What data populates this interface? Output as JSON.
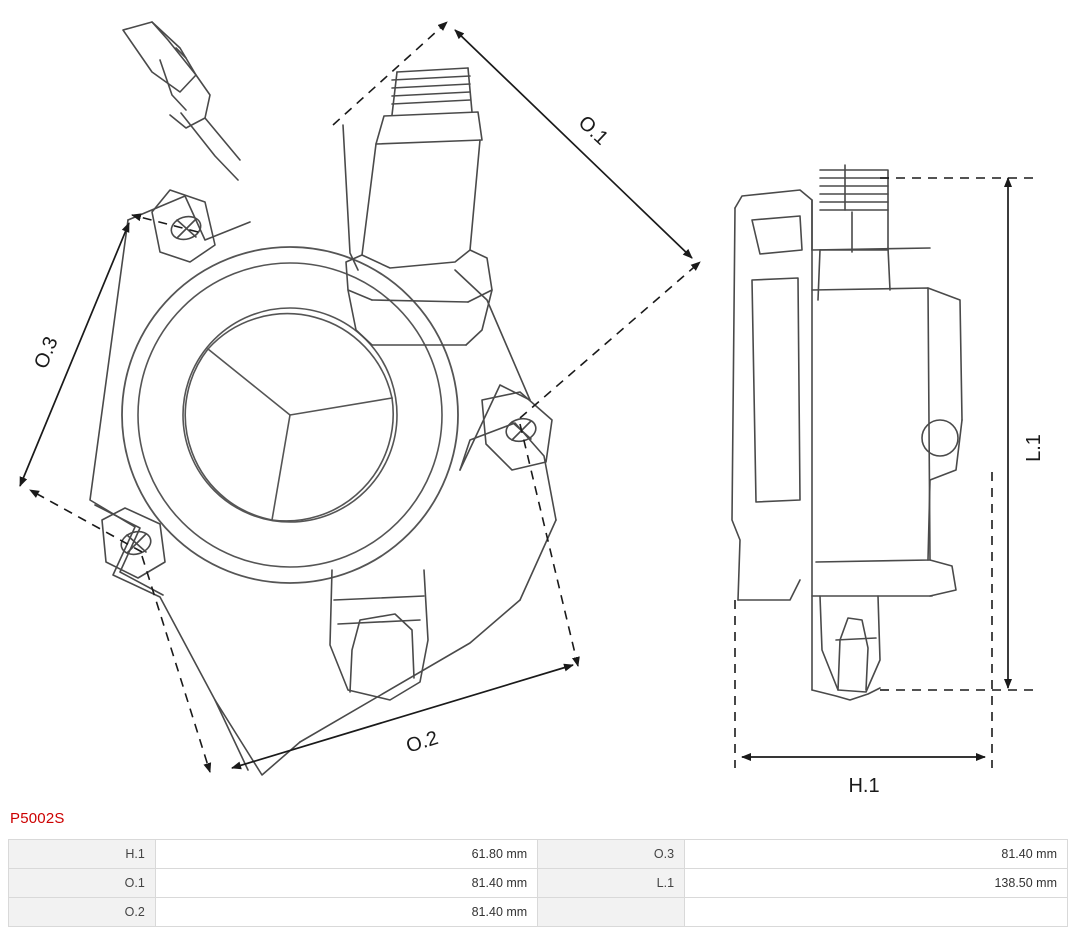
{
  "part_code": "P5002S",
  "drawing": {
    "labels": {
      "o1": "O.1",
      "o2": "O.2",
      "o3": "O.3",
      "h1": "H.1",
      "l1": "L.1"
    },
    "views": {
      "front": "vacuum-pump-front-view",
      "side": "vacuum-pump-side-view"
    }
  },
  "dimensions_table": {
    "rows": [
      {
        "label_a": "H.1",
        "value_a": "61.80 mm",
        "label_b": "O.3",
        "value_b": "81.40 mm"
      },
      {
        "label_a": "O.1",
        "value_a": "81.40 mm",
        "label_b": "L.1",
        "value_b": "138.50 mm"
      },
      {
        "label_a": "O.2",
        "value_a": "81.40 mm",
        "label_b": "",
        "value_b": ""
      }
    ]
  }
}
